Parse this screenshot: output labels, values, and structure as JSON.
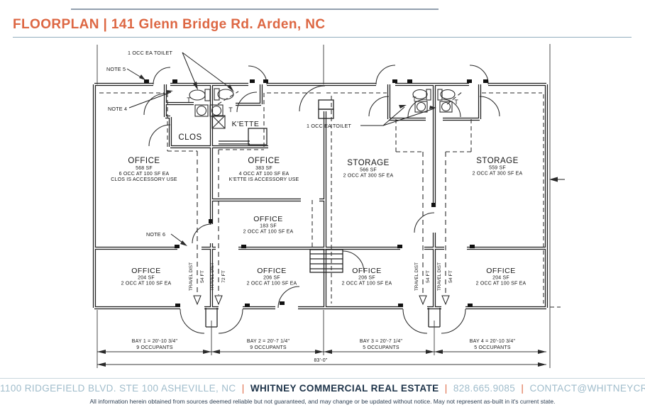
{
  "header": {
    "title": "FLOORPLAN | 141 Glenn Bridge Rd. Arden, NC"
  },
  "plan": {
    "notes": {
      "note5": "NOTE 5",
      "note4": "NOTE 4",
      "note6": "NOTE 6",
      "toilet_left": "1 OCC EA TOILET",
      "toilet_right": "1 OCC EA TOILET"
    },
    "core": {
      "t": "T",
      "clos": "CLOS",
      "kette": "K'ETTE"
    },
    "rooms": [
      {
        "name": "OFFICE",
        "area": "568 SF",
        "occ": "6 OCC AT 100 SF EA",
        "extra": "CLOS IS ACCESSORY USE"
      },
      {
        "name": "OFFICE",
        "area": "383 SF",
        "occ": "4 OCC AT 100 SF EA",
        "extra": "K'ETTE IS ACCESSORY USE"
      },
      {
        "name": "STORAGE",
        "area": "566 SF",
        "occ": "2 OCC AT 300 SF EA"
      },
      {
        "name": "STORAGE",
        "area": "559 SF",
        "occ": "2 OCC AT 300 SF EA"
      },
      {
        "name": "OFFICE",
        "area": "183 SF",
        "occ": "2 OCC AT 100 SF EA"
      },
      {
        "name": "OFFICE",
        "area": "204 SF",
        "occ": "2 OCC AT 100 SF EA"
      },
      {
        "name": "OFFICE",
        "area": "206 SF",
        "occ": "2 OCC AT 100 SF EA"
      },
      {
        "name": "OFFICE",
        "area": "206 SF",
        "occ": "2 OCC AT 100 SF EA"
      },
      {
        "name": "OFFICE",
        "area": "204 SF",
        "occ": "2 OCC AT 100 SF EA"
      }
    ],
    "travel": [
      {
        "label": "TRAVEL DIST",
        "dist": "54 FT"
      },
      {
        "label": "TRAVEL DIST",
        "dist": "72 FT"
      },
      {
        "label": "TRAVEL DIST",
        "dist": "54 FT"
      },
      {
        "label": "TRAVEL DIST",
        "dist": "54 FT"
      }
    ],
    "dims": {
      "bays": [
        {
          "size": "BAY 1 = 20'-10 3/4\"",
          "occ": "9 OCCUPANTS"
        },
        {
          "size": "BAY 2 = 20'-7 1/4\"",
          "occ": "9 OCCUPANTS"
        },
        {
          "size": "BAY 3 = 20'-7 1/4\"",
          "occ": "5 OCCUPANTS"
        },
        {
          "size": "BAY 4 = 20'-10 3/4\"",
          "occ": "5 OCCUPANTS"
        }
      ],
      "total": "83'-0\""
    }
  },
  "footer": {
    "address": "1100 RIDGEFIELD BLVD. STE 100 ASHEVILLE, NC",
    "company": "WHITNEY COMMERCIAL REAL ESTATE",
    "phone": "828.665.9085",
    "email": "CONTACT@WHITNEYCRE.COM",
    "sep": "|",
    "disclaimer": "All information herein obtained from sources deemed reliable but not guaranteed, and may change or be updated without notice. May not represent as-built in it's current state."
  }
}
